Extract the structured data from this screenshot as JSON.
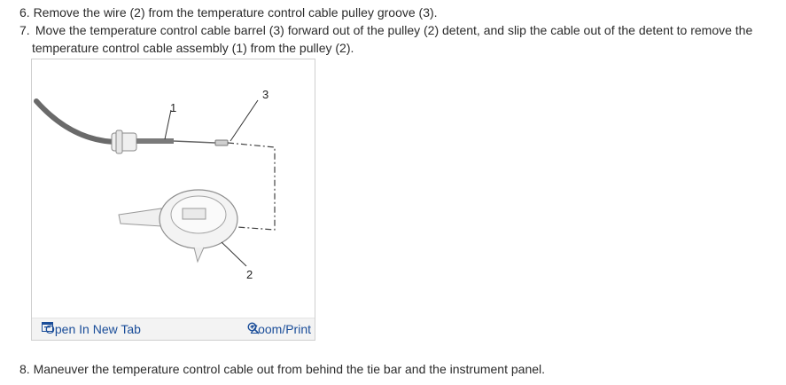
{
  "steps": {
    "step6": "6. Remove the wire (2) from the temperature control cable pulley groove (3).",
    "step7_num": "7.",
    "step7_line1": "Move the temperature control cable barrel (3) forward out of the pulley (2) detent, and slip the cable out of the detent to remove the",
    "step7_line2": "temperature control cable assembly (1) from the pulley (2).",
    "step8": "8. Maneuver the temperature control cable out from behind the tie bar and the instrument panel."
  },
  "figure": {
    "callouts": {
      "c1": "1",
      "c2": "2",
      "c3": "3"
    },
    "toolbar": {
      "open_label": "Open In New Tab",
      "zoom_label": "Zoom/Print"
    },
    "link_color": "#1a4d99"
  }
}
